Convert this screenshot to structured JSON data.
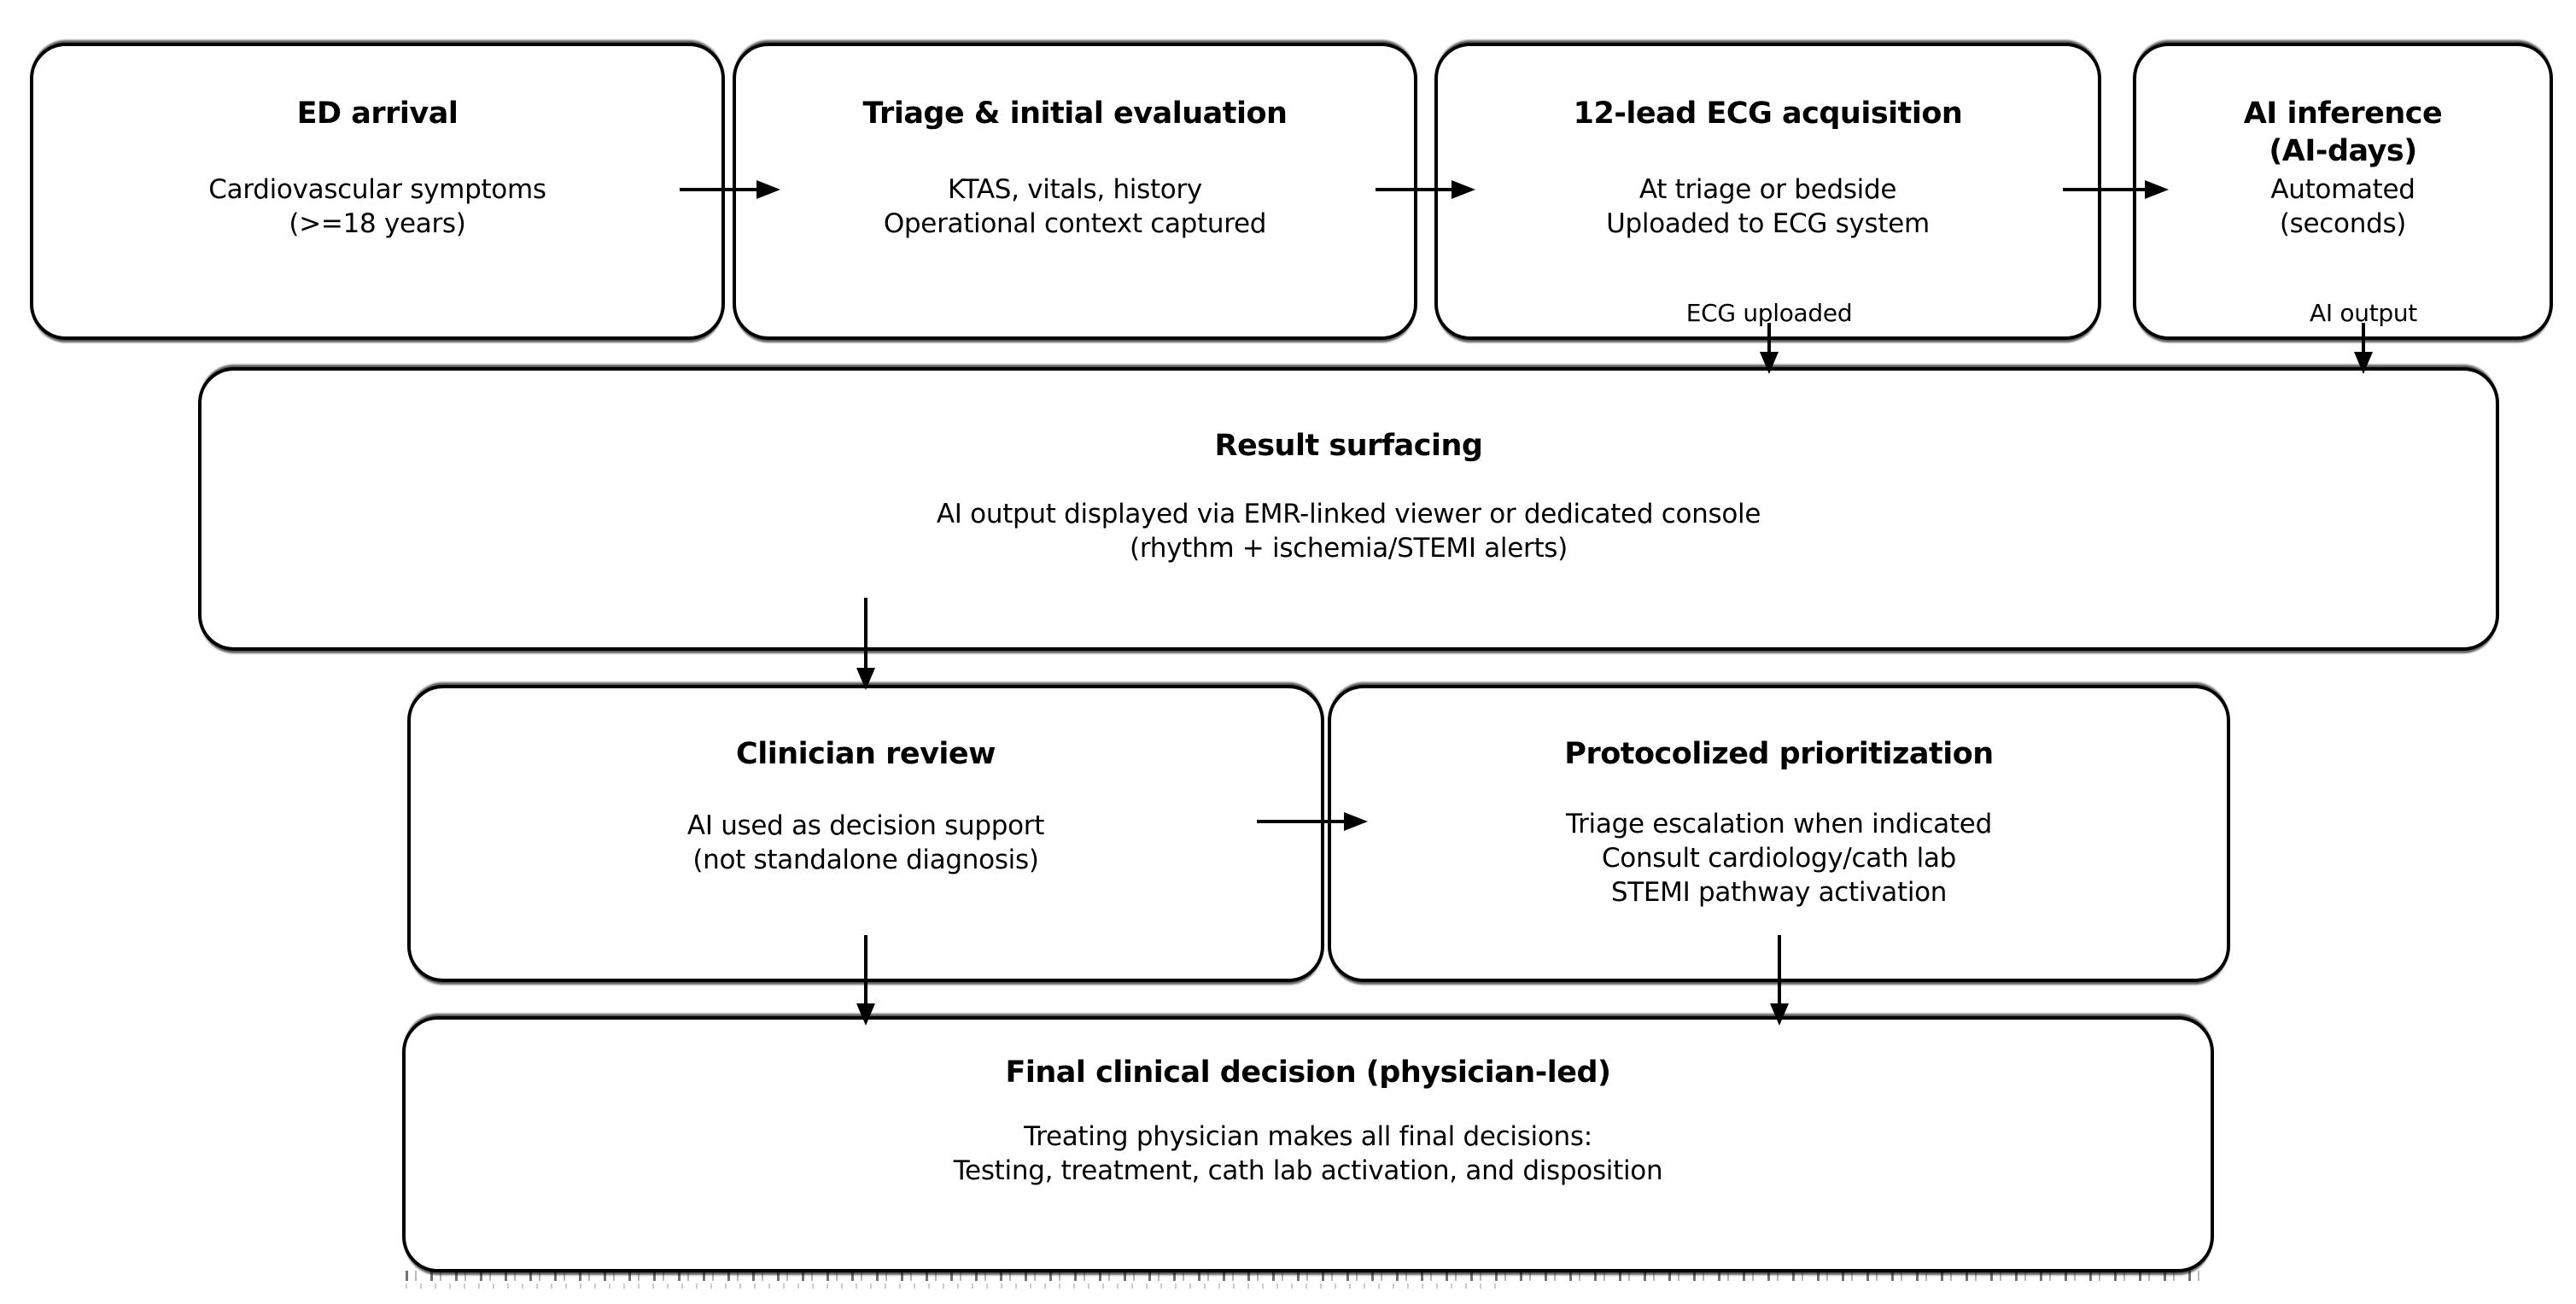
{
  "colors": {
    "background": "#ffffff",
    "line": "#000000",
    "text": "#000000"
  },
  "nodes": [
    {
      "id": "ed-arrival",
      "title_lines": [
        "ED arrival"
      ],
      "body_lines": [
        "Cardiovascular symptoms",
        "(>=18 years)"
      ]
    },
    {
      "id": "triage-initial-evaluation",
      "title_lines": [
        "Triage & initial evaluation"
      ],
      "body_lines": [
        "KTAS, vitals, history",
        "Operational context captured"
      ]
    },
    {
      "id": "ecg-acquisition",
      "title_lines": [
        "12-lead ECG acquisition"
      ],
      "body_lines": [
        "At triage or bedside",
        "Uploaded to ECG system"
      ]
    },
    {
      "id": "ai-inference",
      "title_lines": [
        "AI inference",
        "(AI-days)"
      ],
      "body_lines": [
        "Automated",
        "(seconds)"
      ]
    },
    {
      "id": "result-surfacing",
      "title_lines": [
        "Result surfacing"
      ],
      "body_lines": [
        "AI output displayed via EMR-linked viewer or dedicated console",
        "(rhythm + ischemia/STEMI alerts)"
      ]
    },
    {
      "id": "clinician-review",
      "title_lines": [
        "Clinician review"
      ],
      "body_lines": [
        "AI used as decision support",
        "(not standalone diagnosis)"
      ]
    },
    {
      "id": "protocolized-prioritization",
      "title_lines": [
        "Protocolized prioritization"
      ],
      "body_lines": [
        "Triage escalation when indicated",
        "Consult cardiology/cath lab",
        "STEMI pathway activation"
      ]
    },
    {
      "id": "final-clinical-decision",
      "title_lines": [
        "Final clinical decision (physician-led)"
      ],
      "body_lines": [
        "Treating physician makes all final decisions:",
        "Testing, treatment, cath lab activation, and disposition"
      ]
    }
  ],
  "edge_labels": {
    "ecg_uploaded": "ECG uploaded",
    "ai_output": "AI output"
  },
  "edges": [
    {
      "from": "ed-arrival",
      "to": "triage-initial-evaluation"
    },
    {
      "from": "triage-initial-evaluation",
      "to": "ecg-acquisition"
    },
    {
      "from": "ecg-acquisition",
      "to": "ai-inference"
    },
    {
      "from": "ecg-acquisition",
      "to": "result-surfacing",
      "label": "ECG uploaded"
    },
    {
      "from": "ai-inference",
      "to": "result-surfacing",
      "label": "AI output"
    },
    {
      "from": "result-surfacing",
      "to": "clinician-review"
    },
    {
      "from": "clinician-review",
      "to": "protocolized-prioritization"
    },
    {
      "from": "clinician-review",
      "to": "final-clinical-decision"
    },
    {
      "from": "protocolized-prioritization",
      "to": "final-clinical-decision"
    }
  ]
}
